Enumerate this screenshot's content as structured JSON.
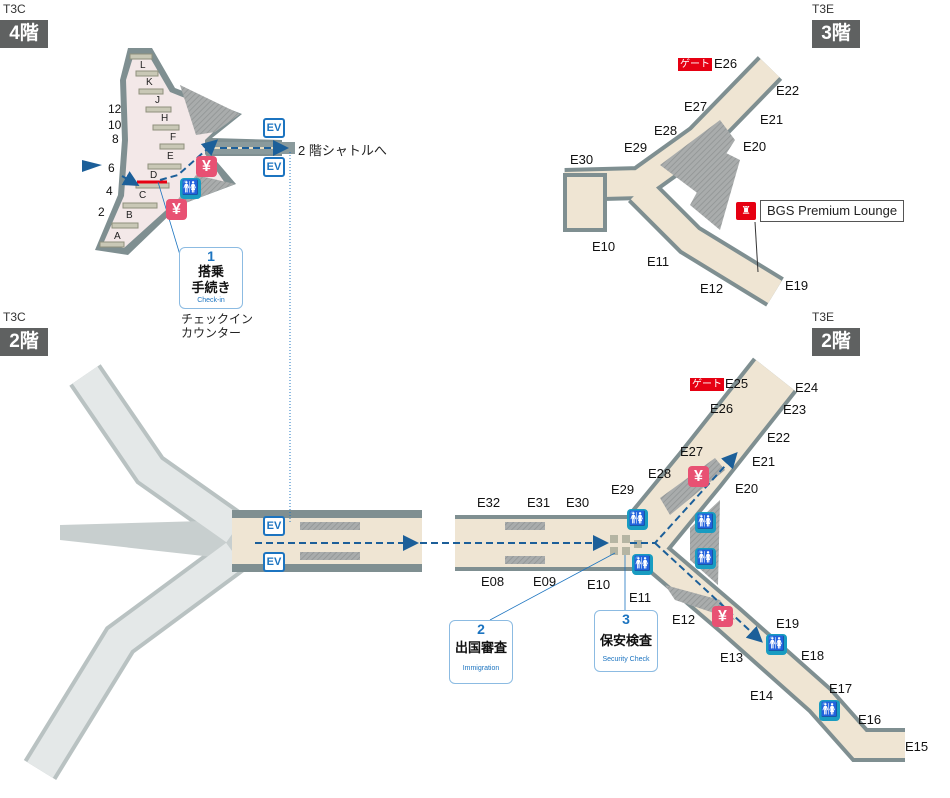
{
  "colors": {
    "route": "#1c5f99",
    "yen": "#e85173",
    "toilet": "#199cc1",
    "gate_tag": "#e60012",
    "floor_badge": "#5f6161",
    "ev": "#1c74c0"
  },
  "t3c_4f": {
    "terminal": "T3C",
    "floor": "4階",
    "shuttle": "2 階シャトルへ",
    "ev": "EV",
    "rows": [
      "12",
      "10",
      "8",
      "6",
      "4",
      "2"
    ],
    "counters": [
      "L",
      "K",
      "J",
      "H",
      "F",
      "E",
      "D",
      "C",
      "B",
      "A"
    ],
    "checkin": {
      "number": "1",
      "title_line1": "搭乗",
      "title_line2": "手続き",
      "english": "Check-in",
      "caption_line1": "チェックイン",
      "caption_line2": "カウンター"
    }
  },
  "t3e_3f": {
    "terminal": "T3E",
    "floor": "3階",
    "gate_tag": "ゲート",
    "lounge": "BGS Premium Lounge",
    "gates": [
      "E26",
      "E22",
      "E27",
      "E21",
      "E28",
      "E20",
      "E29",
      "E30",
      "E10",
      "E11",
      "E12",
      "E19"
    ]
  },
  "t3c_2f": {
    "terminal": "T3C",
    "floor": "2階",
    "ev": "EV"
  },
  "t3e_2f": {
    "terminal": "T3E",
    "floor": "2階",
    "gate_tag": "ゲート",
    "gates": [
      "E25",
      "E24",
      "E26",
      "E23",
      "E22",
      "E27",
      "E21",
      "E28",
      "E20",
      "E29",
      "E32",
      "E31",
      "E30",
      "E08",
      "E09",
      "E10",
      "E11",
      "E12",
      "E13",
      "E19",
      "E18",
      "E14",
      "E17",
      "E16",
      "E15"
    ],
    "immigration": {
      "number": "2",
      "title": "出国審査",
      "english": "Immigration"
    },
    "security": {
      "number": "3",
      "title": "保安検査",
      "english": "Security Check"
    }
  },
  "symbols": {
    "yen": "¥"
  }
}
